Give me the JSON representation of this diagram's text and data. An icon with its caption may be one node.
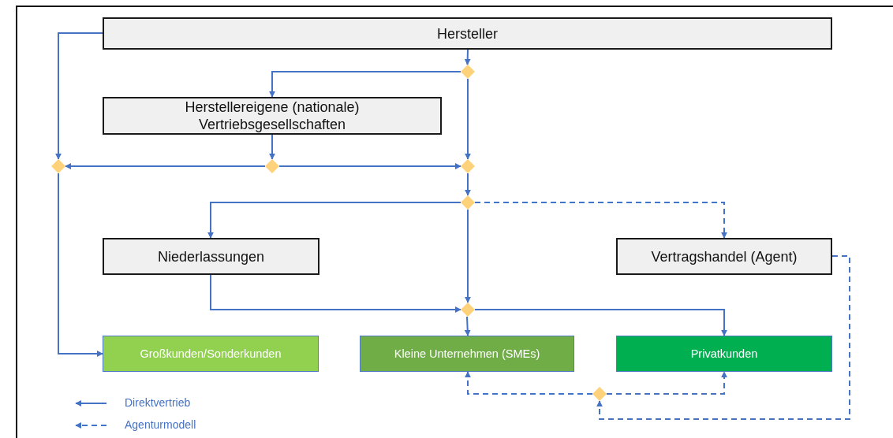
{
  "diagram": {
    "nodes": [
      {
        "text": [
          "Hersteller"
        ]
      },
      {
        "text": [
          "Herstellereigene (nationale) Vertriebsgesellschaften"
        ]
      },
      {
        "text": [
          "Niederlassungen"
        ]
      },
      {
        "text": [
          "Vertragshandel (Agent)"
        ]
      },
      {
        "text": [
          "Großkunden/Sonderkunden"
        ]
      },
      {
        "text": [
          "Kleine Unternehmen (SMEs)"
        ]
      },
      {
        "text": [
          "Privatkunden"
        ]
      },
      {
        "text": [],
        "shape": "diamond"
      },
      {
        "text": [],
        "shape": "diamond"
      },
      {
        "text": [],
        "shape": "diamond"
      },
      {
        "text": [],
        "shape": "diamond"
      },
      {
        "text": [],
        "shape": "diamond"
      },
      {
        "text": [],
        "shape": "diamond"
      },
      {
        "text": [],
        "shape": "diamond"
      }
    ],
    "edges": [
      {
        "from": 0,
        "to": 7,
        "arrow": "to"
      },
      {
        "from": 7,
        "to": 1,
        "arrow": "to"
      },
      {
        "from": 7,
        "to": 10,
        "arrow": "to"
      },
      {
        "from": 1,
        "to": 9,
        "arrow": "to"
      },
      {
        "from": 9,
        "to": 8,
        "arrow": "to"
      },
      {
        "from": 9,
        "to": 10,
        "arrow": "to"
      },
      {
        "from": 0,
        "to": 8,
        "arrow": "to"
      },
      {
        "from": 8,
        "to": 4,
        "arrow": "to"
      },
      {
        "from": 10,
        "to": 11,
        "arrow": "to"
      },
      {
        "from": 11,
        "to": 2,
        "arrow": "to"
      },
      {
        "from": 11,
        "to": 12,
        "arrow": "to"
      },
      {
        "from": 11,
        "to": 3,
        "arrow": "to",
        "style": "dashed"
      },
      {
        "from": 2,
        "to": 12,
        "arrow": "to"
      },
      {
        "from": 12,
        "to": 5,
        "arrow": "to"
      },
      {
        "from": 12,
        "to": 6,
        "arrow": "to"
      },
      {
        "from": 3,
        "to": 13,
        "arrow": "to",
        "style": "dashed"
      },
      {
        "from": 13,
        "to": 5,
        "arrow": "to",
        "style": "dashed"
      },
      {
        "from": 13,
        "to": 6,
        "arrow": "to",
        "style": "dashed"
      }
    ],
    "legend": [
      {
        "text": "Direktvertrieb"
      },
      {
        "text": "Agenturmodell"
      }
    ]
  }
}
